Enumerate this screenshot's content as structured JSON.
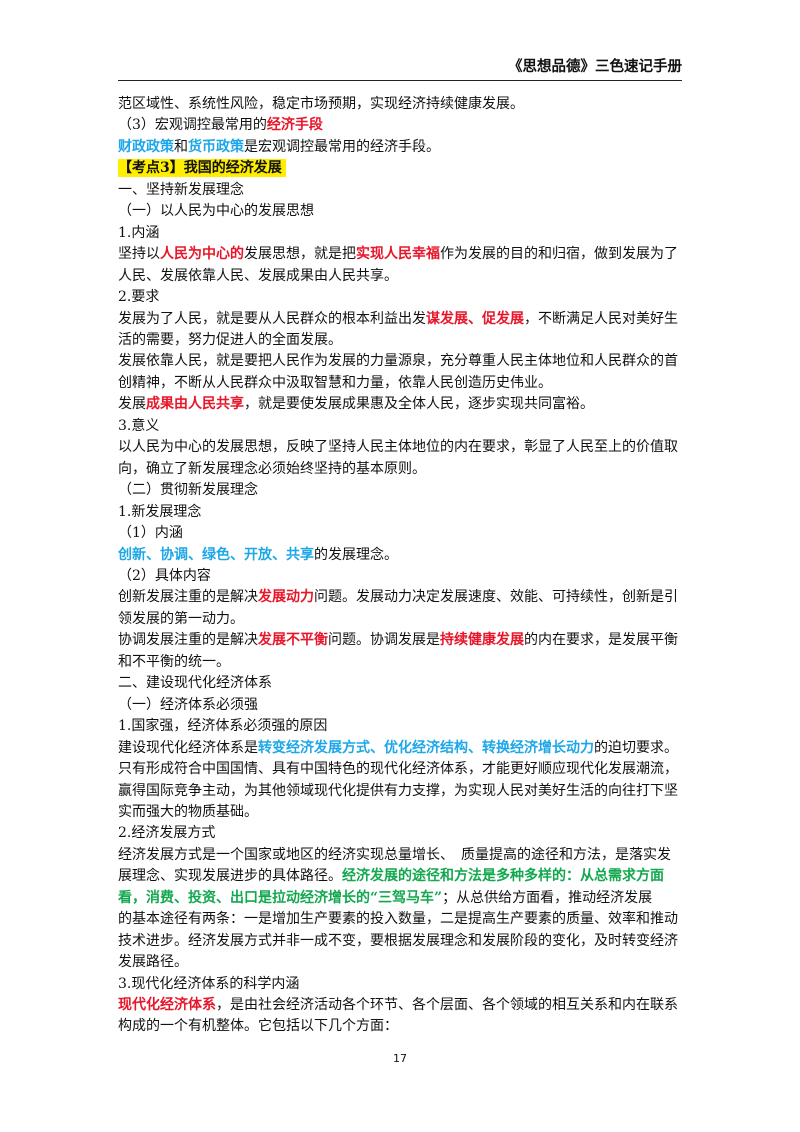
{
  "header": {
    "title": "《思想品德》三色速记手册"
  },
  "page_number": "17",
  "lines": [
    [
      {
        "t": "范区域性、系统性风险，稳定市场预期，实现经济持续健康发展。"
      }
    ],
    [
      {
        "t": "（3）宏观调控最常用的"
      },
      {
        "t": "经济手段",
        "s": "red"
      }
    ],
    [
      {
        "t": "财政政策",
        "s": "blue"
      },
      {
        "t": "和"
      },
      {
        "t": "货币政策",
        "s": "blue"
      },
      {
        "t": "是宏观调控最常用的经济手段。"
      }
    ],
    [
      {
        "t": "【考点3】我国的经济发展",
        "s": "kd"
      }
    ],
    [
      {
        "t": "一、坚持新发展理念"
      }
    ],
    [
      {
        "t": "（一）以人民为中心的发展思想"
      }
    ],
    [
      {
        "t": "1.内涵"
      }
    ],
    [
      {
        "t": "坚持以"
      },
      {
        "t": "人民为中心的",
        "s": "red"
      },
      {
        "t": "发展思想，就是把"
      },
      {
        "t": "实现人民幸福",
        "s": "red"
      },
      {
        "t": "作为发展的目的和归宿，做到发展为了"
      }
    ],
    [
      {
        "t": "人民、发展依靠人民、发展成果由人民共享。"
      }
    ],
    [
      {
        "t": "2.要求"
      }
    ],
    [
      {
        "t": "发展为了人民，就是要从人民群众的根本利益出发"
      },
      {
        "t": "谋发展、促发展",
        "s": "red"
      },
      {
        "t": "，不断满足人民对美好生"
      }
    ],
    [
      {
        "t": "活的需要，努力促进人的全面发展。"
      }
    ],
    [
      {
        "t": "发展依靠人民，就是要把人民作为发展的力量源泉，充分尊重人民主体地位和人民群众的首"
      }
    ],
    [
      {
        "t": "创精神，不断从人民群众中汲取智慧和力量，依靠人民创造历史伟业。"
      }
    ],
    [
      {
        "t": "发展"
      },
      {
        "t": "成果由人民共享",
        "s": "red"
      },
      {
        "t": "，就是要使发展成果惠及全体人民，逐步实现共同富裕。"
      }
    ],
    [
      {
        "t": "3.意义"
      }
    ],
    [
      {
        "t": "以人民为中心的发展思想，反映了坚持人民主体地位的内在要求，彰显了人民至上的价值取"
      }
    ],
    [
      {
        "t": "向，确立了新发展理念必须始终坚持的基本原则。"
      }
    ],
    [
      {
        "t": "（二）贯彻新发展理念"
      }
    ],
    [
      {
        "t": "1.新发展理念"
      }
    ],
    [
      {
        "t": "（1）内涵"
      }
    ],
    [
      {
        "t": "创新、协调、绿色、开放、共享",
        "s": "blue"
      },
      {
        "t": "的发展理念。"
      }
    ],
    [
      {
        "t": "（2）具体内容"
      }
    ],
    [
      {
        "t": "创新发展注重的是解决"
      },
      {
        "t": "发展动力",
        "s": "red"
      },
      {
        "t": "问题。发展动力决定发展速度、效能、可持续性，创新是引"
      }
    ],
    [
      {
        "t": "领发展的第一动力。"
      }
    ],
    [
      {
        "t": "协调发展注重的是解决"
      },
      {
        "t": "发展不平衡",
        "s": "red"
      },
      {
        "t": "问题。协调发展是"
      },
      {
        "t": "持续健康发展",
        "s": "red"
      },
      {
        "t": "的内在要求，是发展平衡"
      }
    ],
    [
      {
        "t": "和不平衡的统一。"
      }
    ],
    [
      {
        "t": "二、建设现代化经济体系"
      }
    ],
    [
      {
        "t": "（一）经济体系必须强"
      }
    ],
    [
      {
        "t": "1.国家强，经济体系必须强的原因"
      }
    ],
    [
      {
        "t": "建设现代化经济体系是"
      },
      {
        "t": "转变经济发展方式、优化经济结构、转换经济增长动力",
        "s": "blue"
      },
      {
        "t": "的迫切要求。"
      }
    ],
    [
      {
        "t": "只有形成符合中国国情、具有中国特色的现代化经济体系，才能更好顺应现代化发展潮流，"
      }
    ],
    [
      {
        "t": "赢得国际竞争主动，为其他领域现代化提供有力支撑，为实现人民对美好生活的向往打下坚"
      }
    ],
    [
      {
        "t": "实而强大的物质基础。"
      }
    ],
    [
      {
        "t": "2.经济发展方式"
      }
    ],
    [
      {
        "t": "经济发展方式是一个国家或地区的经济实现总量增长、　质量提高的途径和方法，是落实发"
      }
    ],
    [
      {
        "t": "展理念、实现发展进步的具体路径。"
      },
      {
        "t": "经济发展的途径和方法是多种多样的：从总需求方面",
        "s": "green"
      }
    ],
    [
      {
        "t": "看，消费、投资、出口是拉动经济增长的“三驾马车”",
        "s": "green"
      },
      {
        "t": "；从总供给方面看，推动经济发展"
      }
    ],
    [
      {
        "t": "的基本途径有两条：一是增加生产要素的投入数量，二是提高生产要素的质量、效率和推动"
      }
    ],
    [
      {
        "t": "技术进步。经济发展方式并非一成不变，要根据发展理念和发展阶段的变化，及时转变经济"
      }
    ],
    [
      {
        "t": "发展路径。"
      }
    ],
    [
      {
        "t": "3.现代化经济体系的科学内涵"
      }
    ],
    [
      {
        "t": "现代化经济体系",
        "s": "red"
      },
      {
        "t": "，是由社会经济活动各个环节、各个层面、各个领域的相互关系和内在联系"
      }
    ],
    [
      {
        "t": "构成的一个有机整体。它包括以下几个方面："
      }
    ]
  ]
}
